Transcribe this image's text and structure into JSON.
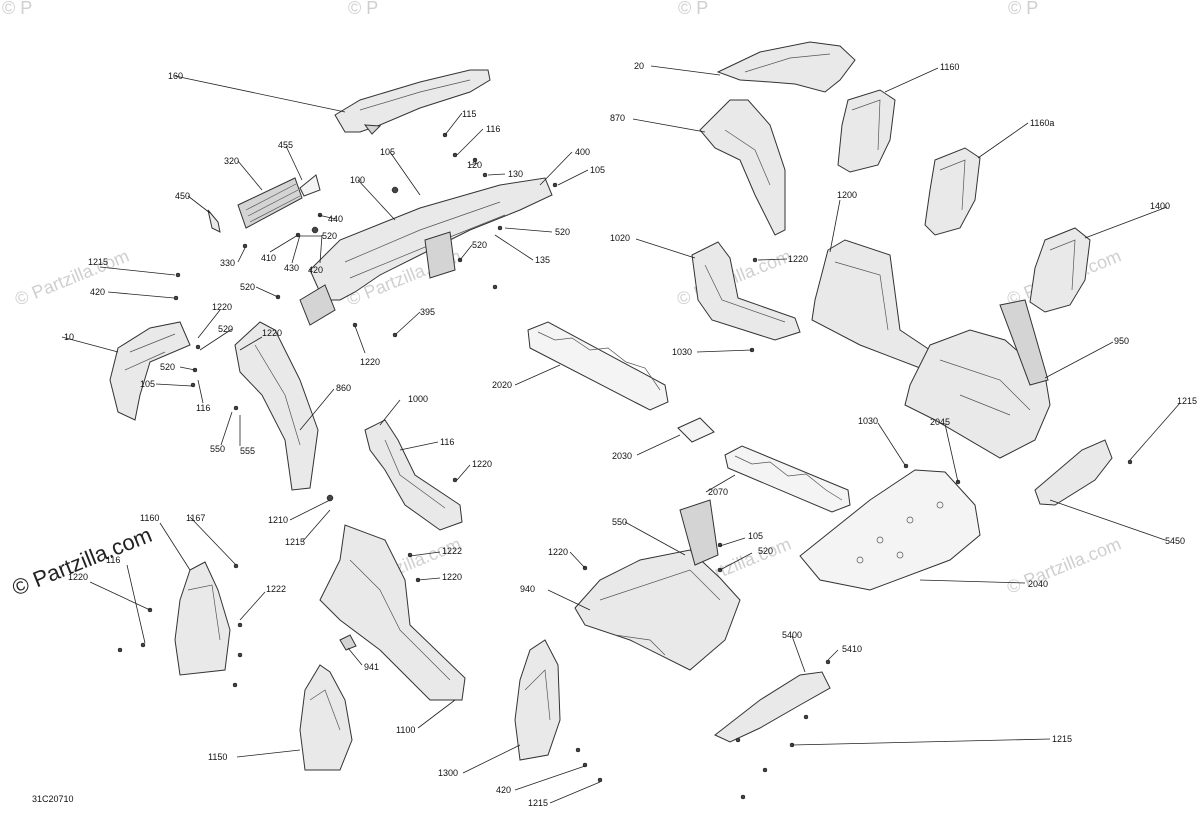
{
  "diagram": {
    "code": "31C20710",
    "watermark": "© Partzilla.com",
    "watermark_short": "© P",
    "labels": [
      "160",
      "115",
      "116",
      "105",
      "120",
      "130",
      "400",
      "105",
      "455",
      "320",
      "450",
      "100",
      "440",
      "520",
      "410",
      "430",
      "420",
      "330",
      "1215",
      "420",
      "520",
      "135",
      "520",
      "395",
      "1220",
      "10",
      "1220",
      "520",
      "520",
      "105",
      "116",
      "1220",
      "860",
      "550",
      "555",
      "20",
      "1160",
      "870",
      "1160a",
      "1020",
      "1220",
      "1200",
      "1400",
      "1030",
      "2020",
      "950",
      "1215",
      "1000",
      "116",
      "1220",
      "1030",
      "2045",
      "2030",
      "2070",
      "5450",
      "1210",
      "1215",
      "1167",
      "1160",
      "1220",
      "116",
      "1222",
      "1222",
      "1220",
      "941",
      "1100",
      "1150",
      "550",
      "105",
      "520",
      "1220",
      "940",
      "2040",
      "5400",
      "5410",
      "1215",
      "1300",
      "420",
      "1215"
    ]
  }
}
